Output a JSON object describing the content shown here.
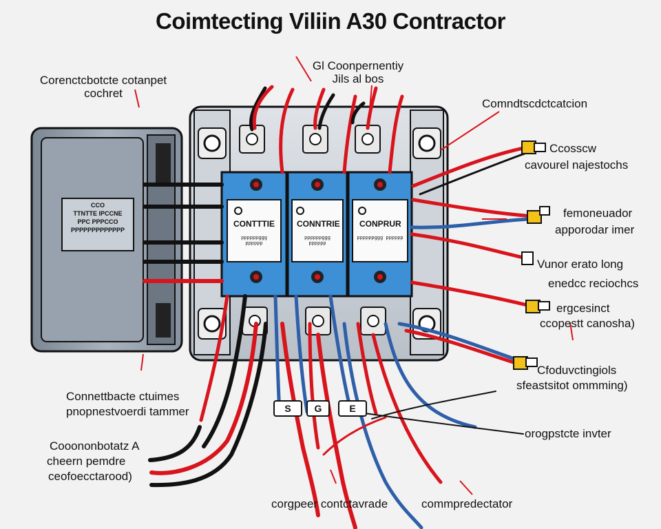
{
  "title": "Coimtecting Viliin A30 Contractor",
  "labels": {
    "top_left": [
      "Corenctcbotcte cotanpet",
      "cochret"
    ],
    "top_center": [
      "Gl Coonpernentiy",
      "Jils al bos"
    ],
    "top_right": "Comndtscdctcatcion",
    "right_1": [
      "Ccosscw",
      "cavourel najestochs"
    ],
    "right_2": [
      "femoneuador",
      "apporodar imer"
    ],
    "right_3": [
      "Vunor erato long",
      "enedcc reciochcs"
    ],
    "right_4": [
      "ergcesinct",
      "ccopestt canosha)"
    ],
    "right_5": [
      "Cfoduvctingiols",
      "sfeastsitot ommming)"
    ],
    "right_6": "orogpstcte invter",
    "left_mid": [
      "Connettbacte ctuimes",
      "pnopnestvoerdi tammer"
    ],
    "left_bottom": [
      "Cooononbotatz A",
      "cheern pemdre",
      "ceofoecctarood)"
    ],
    "bottom_1": "corgpeer contctavrade",
    "bottom_2": "commpredectator"
  },
  "module_names": [
    "CONTTTIE",
    "CONNTRIE",
    "CONPRUR"
  ],
  "module_texts": [
    "ppppppggg pppppp",
    "ppppppggg pppppp",
    "ppppppggg pppppp"
  ],
  "plate_text": [
    "CCO",
    "TTNTTE IPCCNE",
    "PPC PPPCCO",
    "PPPPPPPPPPPPP"
  ],
  "tags": [
    "S",
    "G",
    "E"
  ],
  "colors": {
    "red": "#d8141c",
    "blue": "#2e5fa8",
    "black": "#111111",
    "module_blue": "#3d8fd6",
    "grey": "#9aa4b0",
    "yellow": "#f2c21a"
  }
}
